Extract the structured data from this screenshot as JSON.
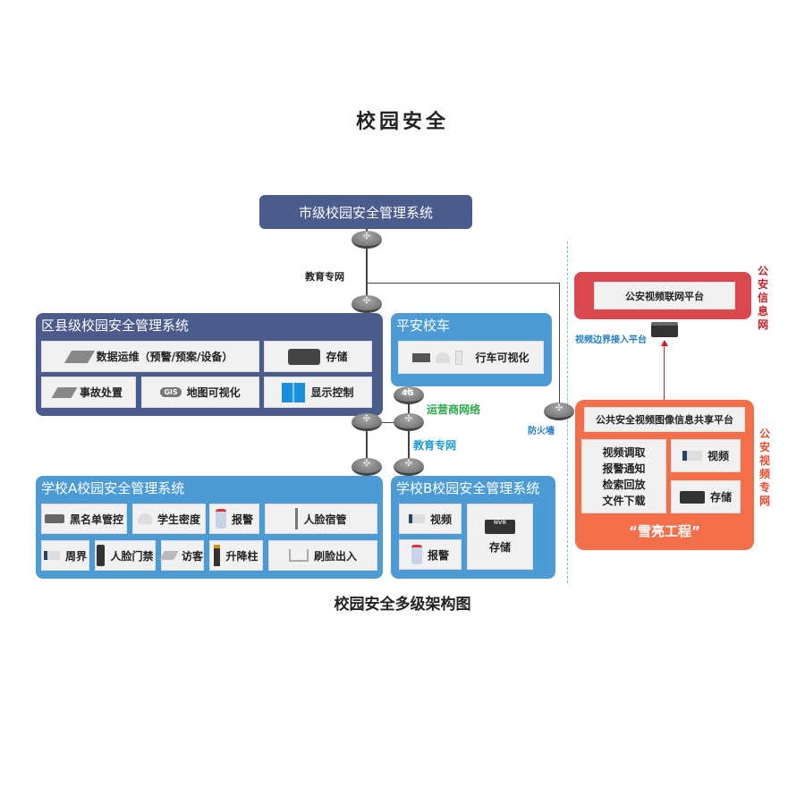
{
  "title": "校园安全",
  "caption": "校园安全多级架构图",
  "city": {
    "title": "市级校园安全管理系统"
  },
  "district": {
    "title": "区县级校园安全管理系统",
    "items": [
      "数据运维（预警/预案/设备）",
      "存储",
      "事故处置",
      "地图可视化",
      "显示控制"
    ]
  },
  "bus": {
    "title": "平安校车",
    "item": "行车可视化"
  },
  "schoolA": {
    "title": "学校A校园安全管理系统",
    "items": [
      "黑名单管控",
      "学生密度",
      "报警",
      "人脸宿管",
      "周界",
      "人脸门禁",
      "访客",
      "升降柱",
      "刷脸出入"
    ]
  },
  "schoolB": {
    "title": "学校B校园安全管理系统",
    "items": [
      "视频",
      "报警",
      "存储"
    ]
  },
  "network": {
    "edu1": "教育专网",
    "edu2": "教育专网",
    "carrier": "运营商网络",
    "g4": "4G",
    "firewall": "防火墙",
    "gis": "GIS",
    "nvr": "NVR"
  },
  "police": {
    "platform": "公安视频联网平台",
    "zone_label": "公安信息网",
    "edge": "视频边界接入平台"
  },
  "xueliang": {
    "platform": "公共安全视频图像信息共享平台",
    "functions": [
      "视频调取",
      "报警通知",
      "检索回放",
      "文件下载"
    ],
    "items": [
      "视频",
      "存储"
    ],
    "name": "“雪亮工程”",
    "zone_label": "公安视频专网"
  },
  "colors": {
    "dark": "#4b5b8c",
    "blue": "#4d9bd4",
    "red": "#d9474f",
    "orange": "#f36f4a",
    "green": "#2aa84a",
    "cyan": "#1e9ad6"
  }
}
